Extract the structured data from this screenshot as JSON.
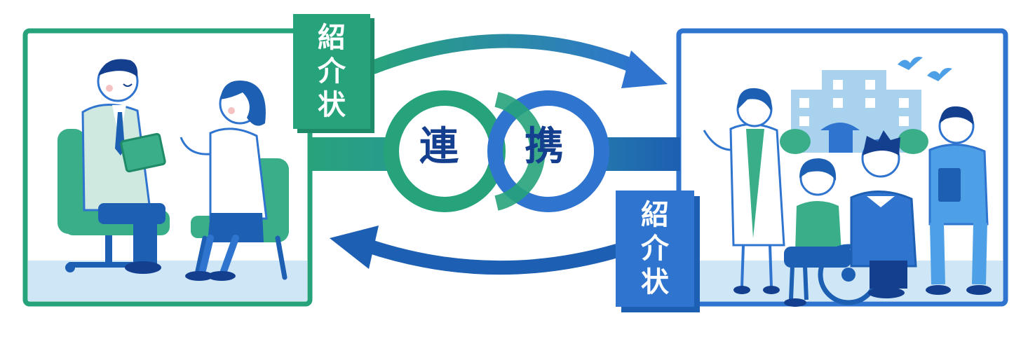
{
  "labels": {
    "referral_left": [
      "紹",
      "介",
      "状"
    ],
    "referral_right": [
      "紹",
      "介",
      "状"
    ],
    "center": [
      "連",
      "携"
    ]
  },
  "colors": {
    "green": "#27a37b",
    "blue": "#2f74cf",
    "navy": "#143f8e",
    "pale_blue": "#cfe6f7"
  },
  "icons": {
    "left_scene": "doctor-consulting-patient",
    "right_scene": "hospital-care-team-with-wheelchair-patient",
    "birds": "bird-icon"
  }
}
